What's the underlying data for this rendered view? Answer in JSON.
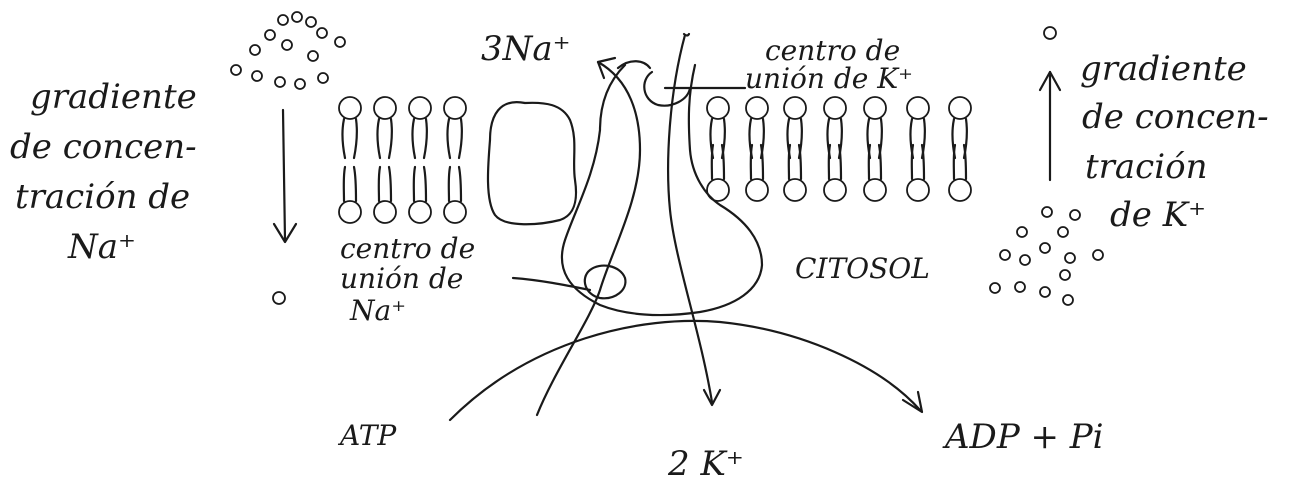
{
  "labels": {
    "na_top": "3Na⁺",
    "k_site_l1": "centro de",
    "k_site_l2": "unión de K⁺",
    "na_grad_l1": "gradiente",
    "na_grad_l2": "de concen-",
    "na_grad_l3": "tración de",
    "na_grad_l4": "Na⁺",
    "k_grad_l1": "gradiente",
    "k_grad_l2": "de concen-",
    "k_grad_l3": "tración",
    "k_grad_l4": "de K⁺",
    "na_site_l1": "centro de",
    "na_site_l2": "unión de",
    "na_site_l3": "Na⁺",
    "cytosol": "CITOSOL",
    "atp": "ATP",
    "k_bottom": "2 K⁺",
    "adp": "ADP + Pi"
  },
  "colors": {
    "ink": "#1a1a1a",
    "background": "#ffffff"
  }
}
